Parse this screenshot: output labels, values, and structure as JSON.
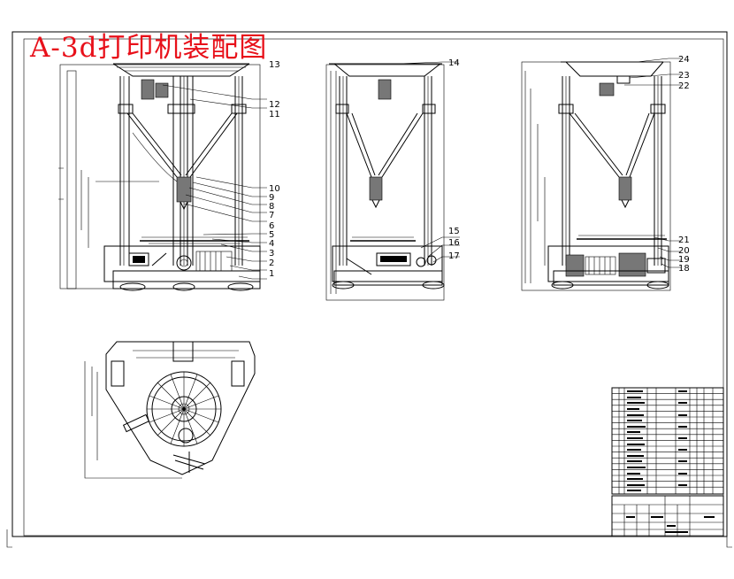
{
  "title": "A-3d打印机装配图",
  "colors": {
    "title": "#e8101a",
    "line": "#000000",
    "paper": "#ffffff"
  },
  "callouts": {
    "front_view": [
      "1",
      "2",
      "3",
      "4",
      "5",
      "6",
      "7",
      "8",
      "9",
      "10",
      "11",
      "12",
      "13"
    ],
    "side_view": [
      "14",
      "15",
      "16",
      "17"
    ],
    "rear_view": [
      "18",
      "19",
      "20",
      "21",
      "22",
      "23",
      "24"
    ]
  }
}
